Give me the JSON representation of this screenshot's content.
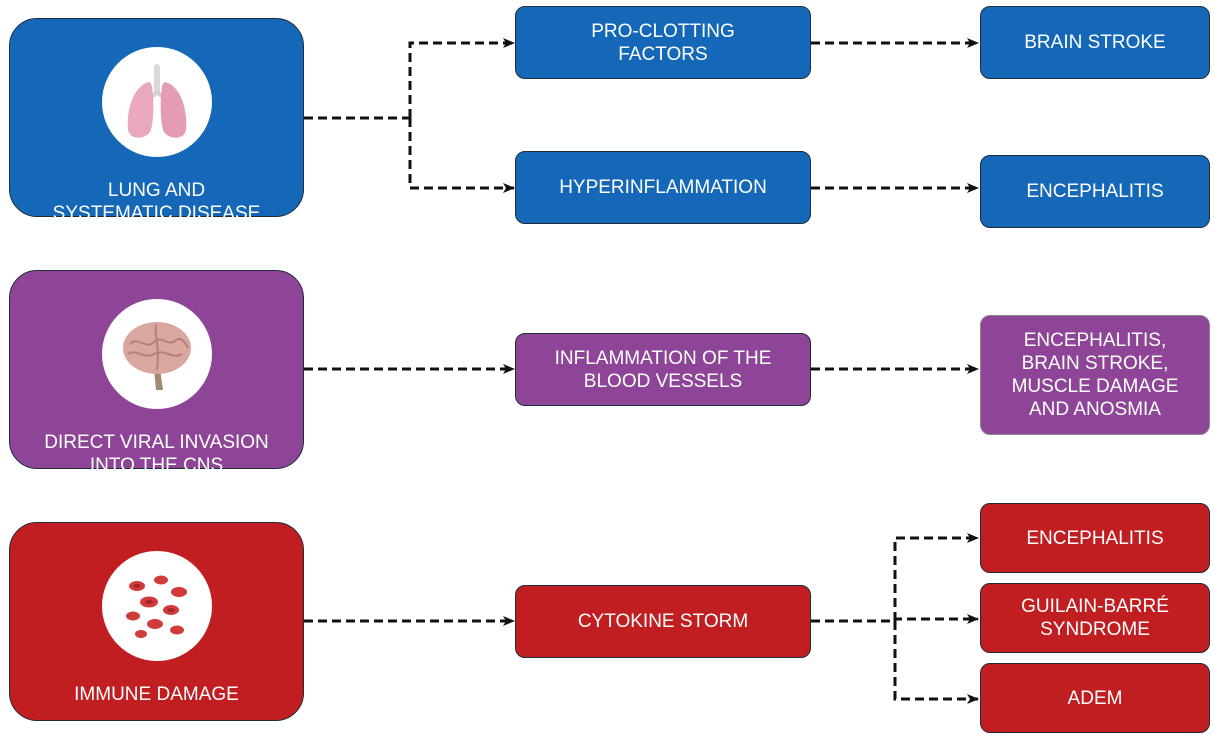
{
  "sources": {
    "lung": "LUNG AND\nSYSTEMATIC DISEASE",
    "viral": "DIRECT VIRAL INVASION\nINTO THE CNS",
    "immune": "IMMUNE DAMAGE"
  },
  "mechanisms": {
    "procoag": "PRO-CLOTTING\nFACTORS",
    "hyperinflam": "HYPERINFLAMMATION",
    "vessel": "INFLAMMATION OF THE\nBLOOD VESSELS",
    "cytokine": "CYTOKINE STORM"
  },
  "outcomes": {
    "stroke": "BRAIN STROKE",
    "enceph1": "ENCEPHALITIS",
    "multi": "ENCEPHALITIS,\nBRAIN STROKE,\nMUSCLE DAMAGE\nAND ANOSMIA",
    "enceph2": "ENCEPHALITIS",
    "gbs": "GUILAIN-BARRÉ\nSYNDROME",
    "adem": "ADEM"
  },
  "icons": {
    "lung": "lungs-icon",
    "brain": "brain-icon",
    "blood": "red-blood-cells-icon"
  },
  "colors": {
    "blue": "#1568b8",
    "purple": "#8e4597",
    "red": "#c01e21",
    "arrow": "#111111"
  }
}
